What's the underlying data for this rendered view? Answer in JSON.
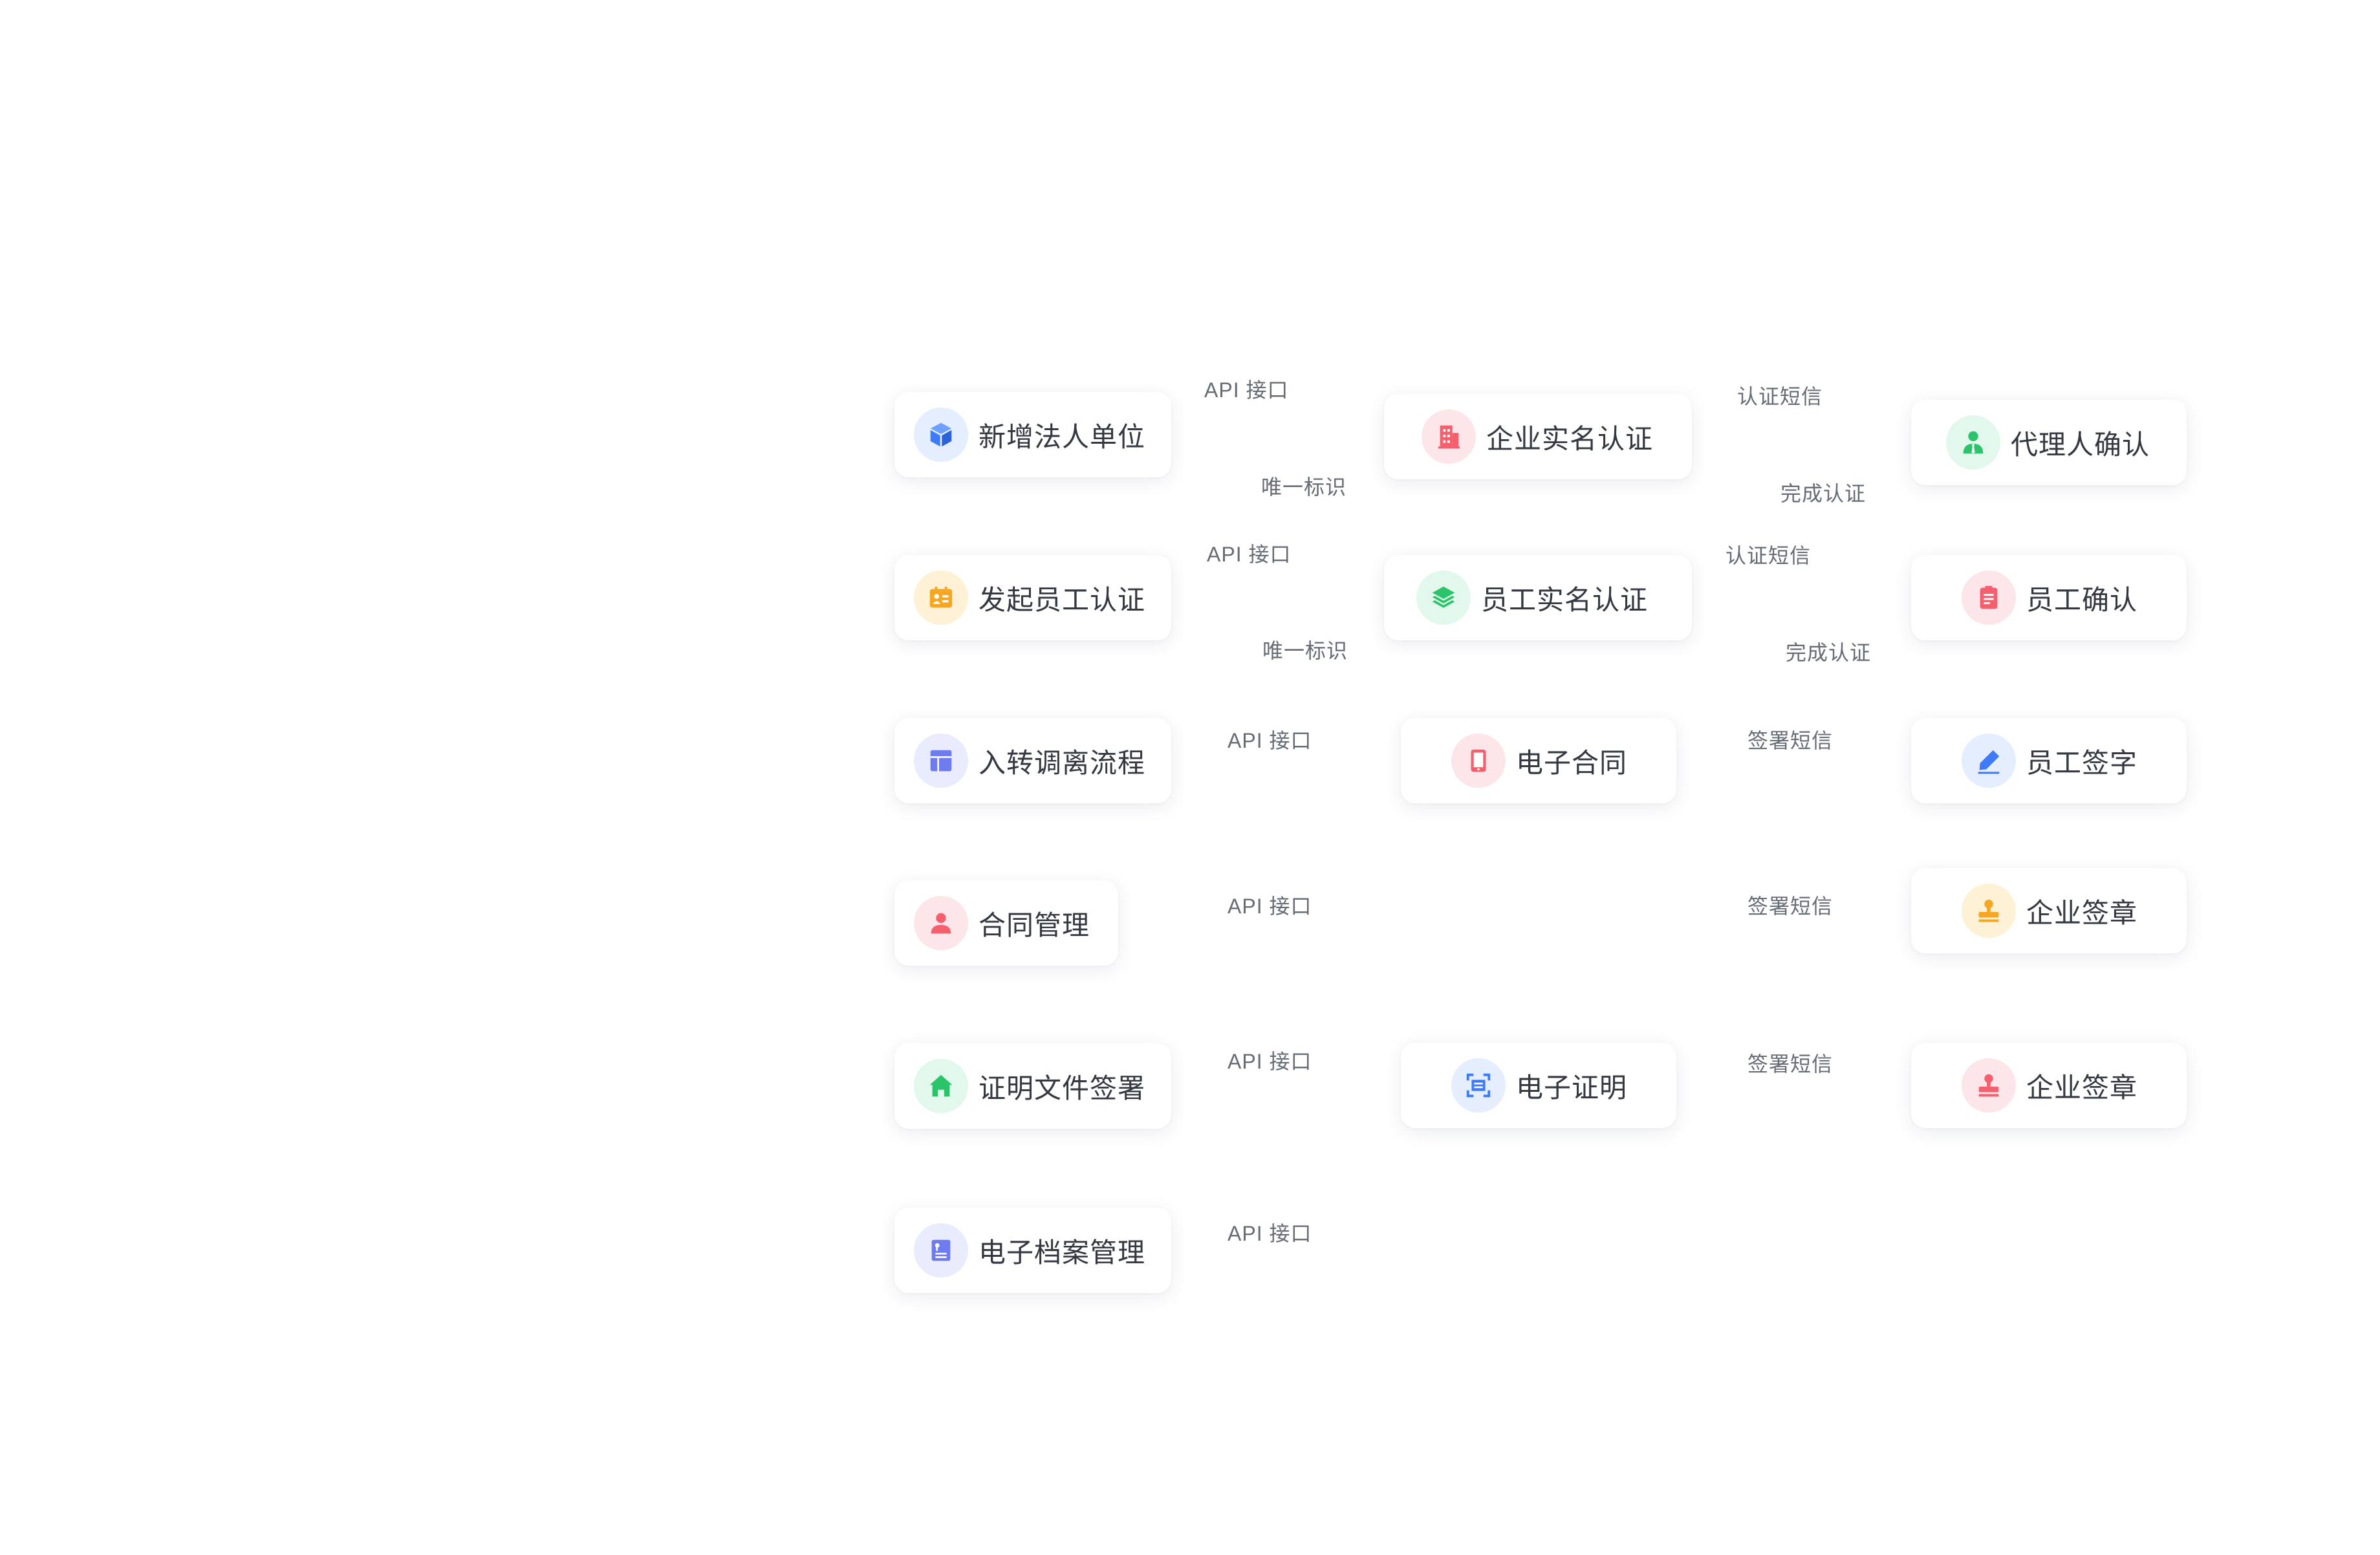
{
  "colors": {
    "blue": "#3D7BFA",
    "blue_bg": "#E4EEFF",
    "amber": "#F5A623",
    "amber_bg": "#FEF1D6",
    "indigo": "#6E7CF0",
    "indigo_bg": "#E9ECFD",
    "red": "#F5606E",
    "red_bg": "#FDE6EA",
    "green": "#2CC46B",
    "green_bg": "#E3F8EC"
  },
  "left_nodes": [
    {
      "label": "新增法人单位",
      "icon": "cube-icon"
    },
    {
      "label": "发起员工认证",
      "icon": "id-card-icon"
    },
    {
      "label": "入转调离流程",
      "icon": "layout-icon"
    },
    {
      "label": "合同管理",
      "icon": "person-icon"
    },
    {
      "label": "证明文件签署",
      "icon": "home-icon"
    },
    {
      "label": "电子档案管理",
      "icon": "document-icon"
    }
  ],
  "middle_nodes": [
    {
      "label": "企业实名认证",
      "icon": "building-icon"
    },
    {
      "label": "员工实名认证",
      "icon": "layers-icon"
    },
    {
      "label": "电子合同",
      "icon": "tablet-icon"
    },
    {
      "label": "电子证明",
      "icon": "scan-icon"
    }
  ],
  "right_nodes": [
    {
      "label": "代理人确认",
      "icon": "agent-icon"
    },
    {
      "label": "员工确认",
      "icon": "clipboard-icon"
    },
    {
      "label": "员工签字",
      "icon": "pen-icon"
    },
    {
      "label": "企业签章",
      "icon": "stamp-icon"
    },
    {
      "label": "企业签章",
      "icon": "stamp-icon"
    }
  ],
  "edge_labels": {
    "api_1": "API 接口",
    "id_1": "唯一标识",
    "api_2": "API 接口",
    "id_2": "唯一标识",
    "api_3": "API 接口",
    "api_4": "API 接口",
    "api_5": "API 接口",
    "api_6": "API 接口",
    "sms_auth_1": "认证短信",
    "done_1": "完成认证",
    "sms_auth_2": "认证短信",
    "done_2": "完成认证",
    "sms_sign_1": "签署短信",
    "sms_sign_2": "签署短信",
    "sms_sign_3": "签署短信"
  }
}
